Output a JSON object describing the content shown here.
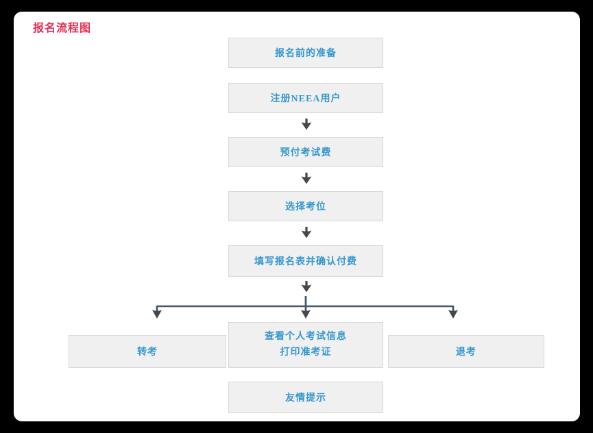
{
  "page": {
    "title": "报名流程图"
  },
  "colors": {
    "background_frame": "#000000",
    "card_background": "#ffffff",
    "title_red": "#e62e52",
    "box_fill": "#f0f0f0",
    "box_border": "#d8d8d8",
    "box_text_blue": "#3598ce",
    "arrow_gray": "#474747",
    "connector_slate": "#45586d"
  },
  "flow": {
    "steps": [
      {
        "label": "报名前的准备"
      },
      {
        "label": "注册NEEA用户"
      },
      {
        "label": "预付考试费"
      },
      {
        "label": "选择考位"
      },
      {
        "label": "填写报名表并确认付费"
      }
    ],
    "branches": {
      "left": {
        "label": "转考"
      },
      "center": {
        "line1": "查看个人考试信息",
        "line2": "打印准考证"
      },
      "right": {
        "label": "退考"
      }
    },
    "footer": {
      "label": "友情提示"
    }
  }
}
